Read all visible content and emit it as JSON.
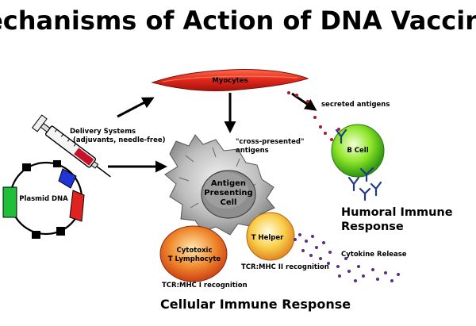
{
  "title": "Mechanisms of Action of DNA Vaccines",
  "labels": {
    "myocytes": "Myocytes",
    "secreted_antigens": "secreted antigens",
    "delivery_line1": "Delivery Systems",
    "delivery_line2": "(adjuvants, needle-free)",
    "cross_presented_line1": "\"cross-presented\"",
    "cross_presented_line2": "antigens",
    "plasmid_dna": "Plasmid DNA",
    "apc_line1": "Antigen",
    "apc_line2": "Presenting",
    "apc_line3": "Cell",
    "b_cell": "B Cell",
    "humoral_line1": "Humoral Immune",
    "humoral_line2": "Response",
    "t_helper": "T Helper",
    "tcr_mhc2": "TCR:MHC II recognition",
    "cytokine_release": "Cytokine Release",
    "ctl_line1": "Cytotoxic",
    "ctl_line2": "T Lymphocyte",
    "tcr_mhc1": "TCR:MHC I recognition",
    "cellular_response": "Cellular Immune Response"
  },
  "colors": {
    "myocyte": "#e0281c",
    "secreted_dots": "#b0182a",
    "b_cell": "#6fdc1e",
    "antibody": "#1f3a8a",
    "t_helper": "#f7c23a",
    "ctl": "#e5571e",
    "cytokine_dots": "#5b2d86",
    "apc": "#b8b8b8",
    "plasmid_green": "#1fbf3a",
    "plasmid_red": "#e0231f",
    "plasmid_blue": "#1f35d6"
  }
}
